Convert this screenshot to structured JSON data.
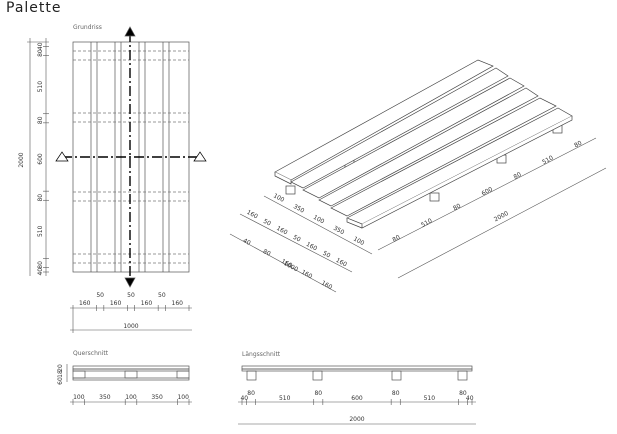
{
  "title": "Palette",
  "sections": {
    "plan": "Grundriss",
    "cross": "Querschnitt",
    "long": "Längsschnitt"
  },
  "plan_vertical_dims": [
    "40",
    "80",
    "510",
    "80",
    "600",
    "80",
    "510",
    "80",
    "40"
  ],
  "plan_vertical_total": "2000",
  "plan_horizontal_dims": [
    "160",
    "50",
    "160",
    "50",
    "160",
    "50",
    "160"
  ],
  "plan_horizontal_total": "1000",
  "cross_left_dims": [
    "20",
    "18",
    "60"
  ],
  "cross_bottom_dims": [
    "100",
    "350",
    "100",
    "350",
    "100"
  ],
  "long_bottom_dims": [
    "40",
    "80",
    "510",
    "80",
    "600",
    "80",
    "510",
    "80",
    "40"
  ],
  "long_total": "2000",
  "iso_left_dims": [
    "100",
    "350",
    "100",
    "350",
    "100"
  ],
  "iso_left_dims2": [
    "160",
    "50",
    "160",
    "50",
    "160",
    "50",
    "160"
  ],
  "iso_left_dims3": [
    "40",
    "80",
    "160",
    "160",
    "160"
  ],
  "iso_left_total": "1000",
  "iso_right_dims": [
    "80",
    "510",
    "80",
    "600",
    "80",
    "510",
    "80"
  ],
  "iso_right_total": "2000"
}
